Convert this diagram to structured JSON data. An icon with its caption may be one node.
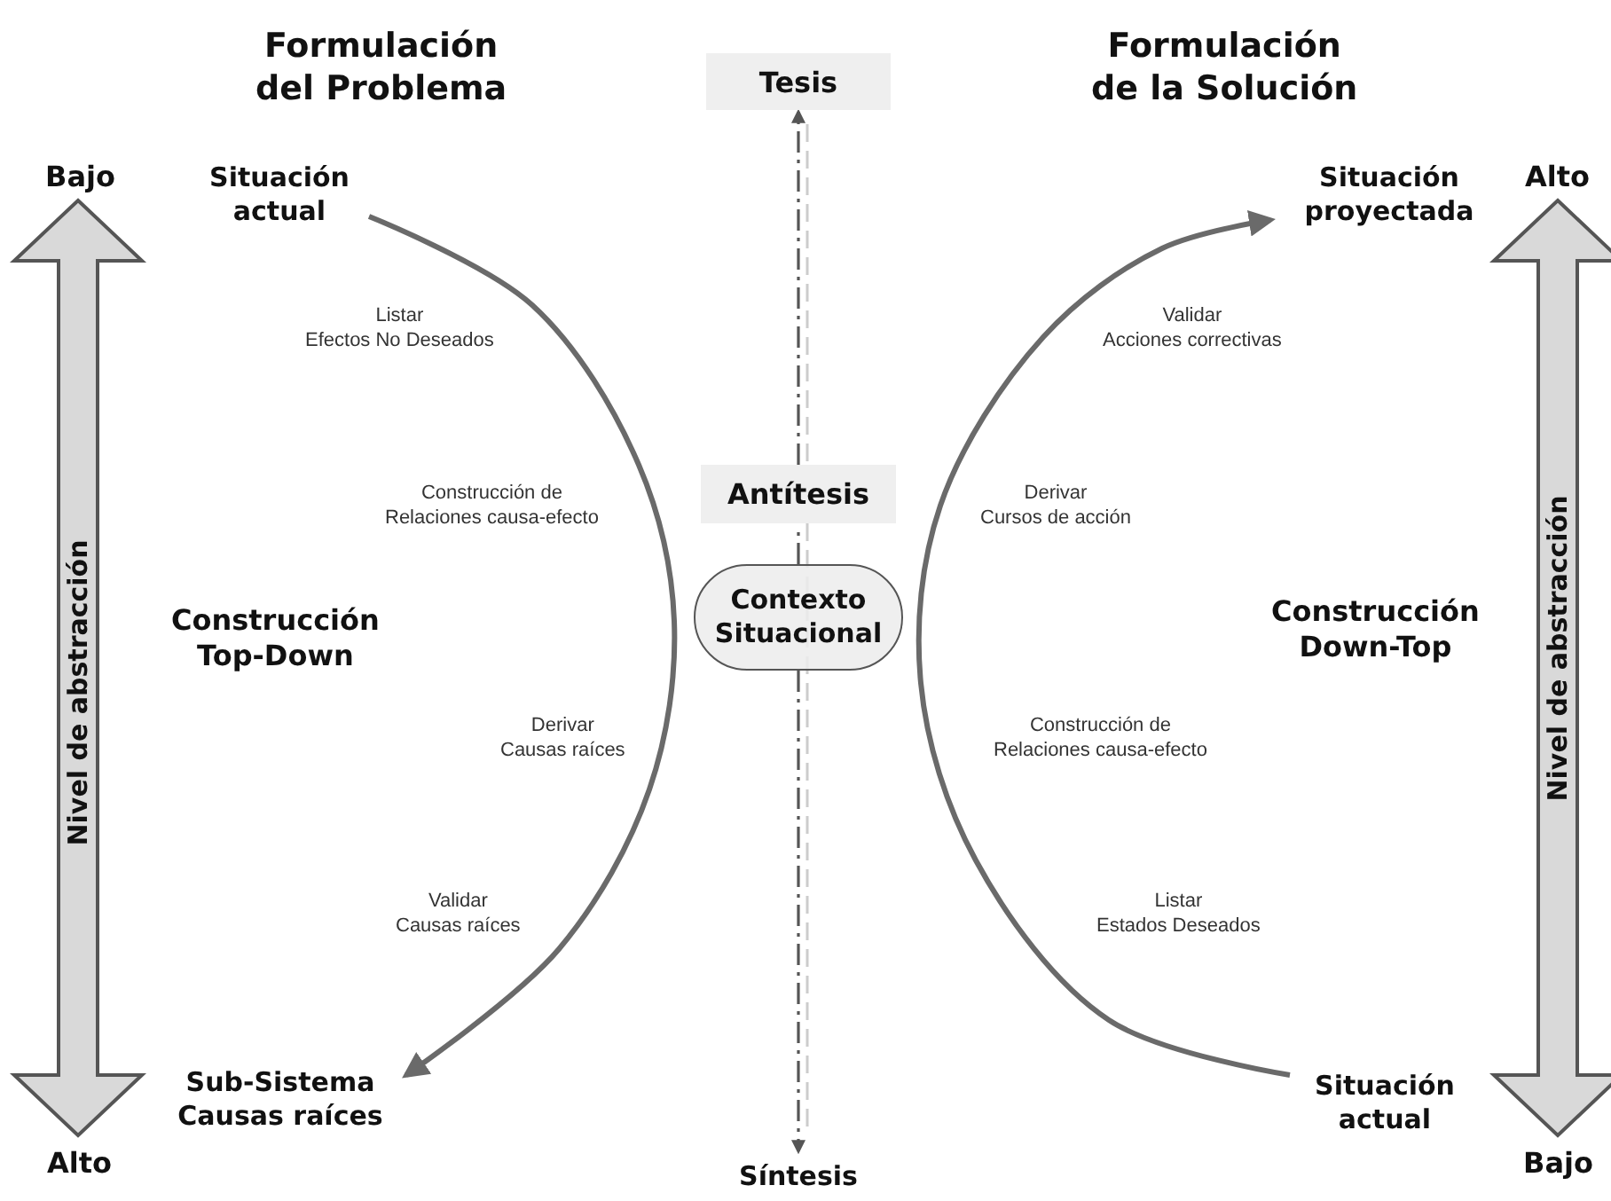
{
  "diagram": {
    "nodes": [
      {
        "text": [
          "Tesis"
        ]
      },
      {
        "text": [
          "Antítesis"
        ]
      },
      {
        "text": [
          "Contexto Situacional"
        ]
      },
      {
        "text": [
          "Síntesis"
        ]
      },
      {
        "text": [
          "Situación actual"
        ]
      },
      {
        "text": [
          "Sub-Sistema Causas raíces"
        ]
      },
      {
        "text": [
          "Situación proyectada"
        ]
      },
      {
        "text": [
          "Situación actual"
        ]
      }
    ],
    "edges": [
      {
        "from": 1,
        "to": 0,
        "arrow": "to",
        "style": "dashed"
      },
      {
        "from": 2,
        "to": 1,
        "arrow": "none",
        "style": "dashed"
      },
      {
        "from": 2,
        "to": 3,
        "arrow": "to",
        "style": "dashed"
      },
      {
        "from": 4,
        "to": 5,
        "arrow": "to"
      },
      {
        "from": 7,
        "to": 6,
        "arrow": "to"
      }
    ],
    "labels": [
      "Formulación del Problema",
      "Formulación de la Solución",
      "Bajo",
      "Alto",
      "Nivel de abstracción",
      "Nivel de abstracción",
      "Listar Efectos No Deseados",
      "Validar Acciones correctivas",
      "Construcción de Relaciones causa-efecto",
      "Derivar Cursos de acción",
      "Construcción Top-Down",
      "Construcción Down-Top",
      "Derivar Causas raíces",
      "Construcción de Relaciones causa-efecto",
      "Validar Causas raíces",
      "Listar Estados Deseados",
      "Alto",
      "Bajo"
    ]
  }
}
